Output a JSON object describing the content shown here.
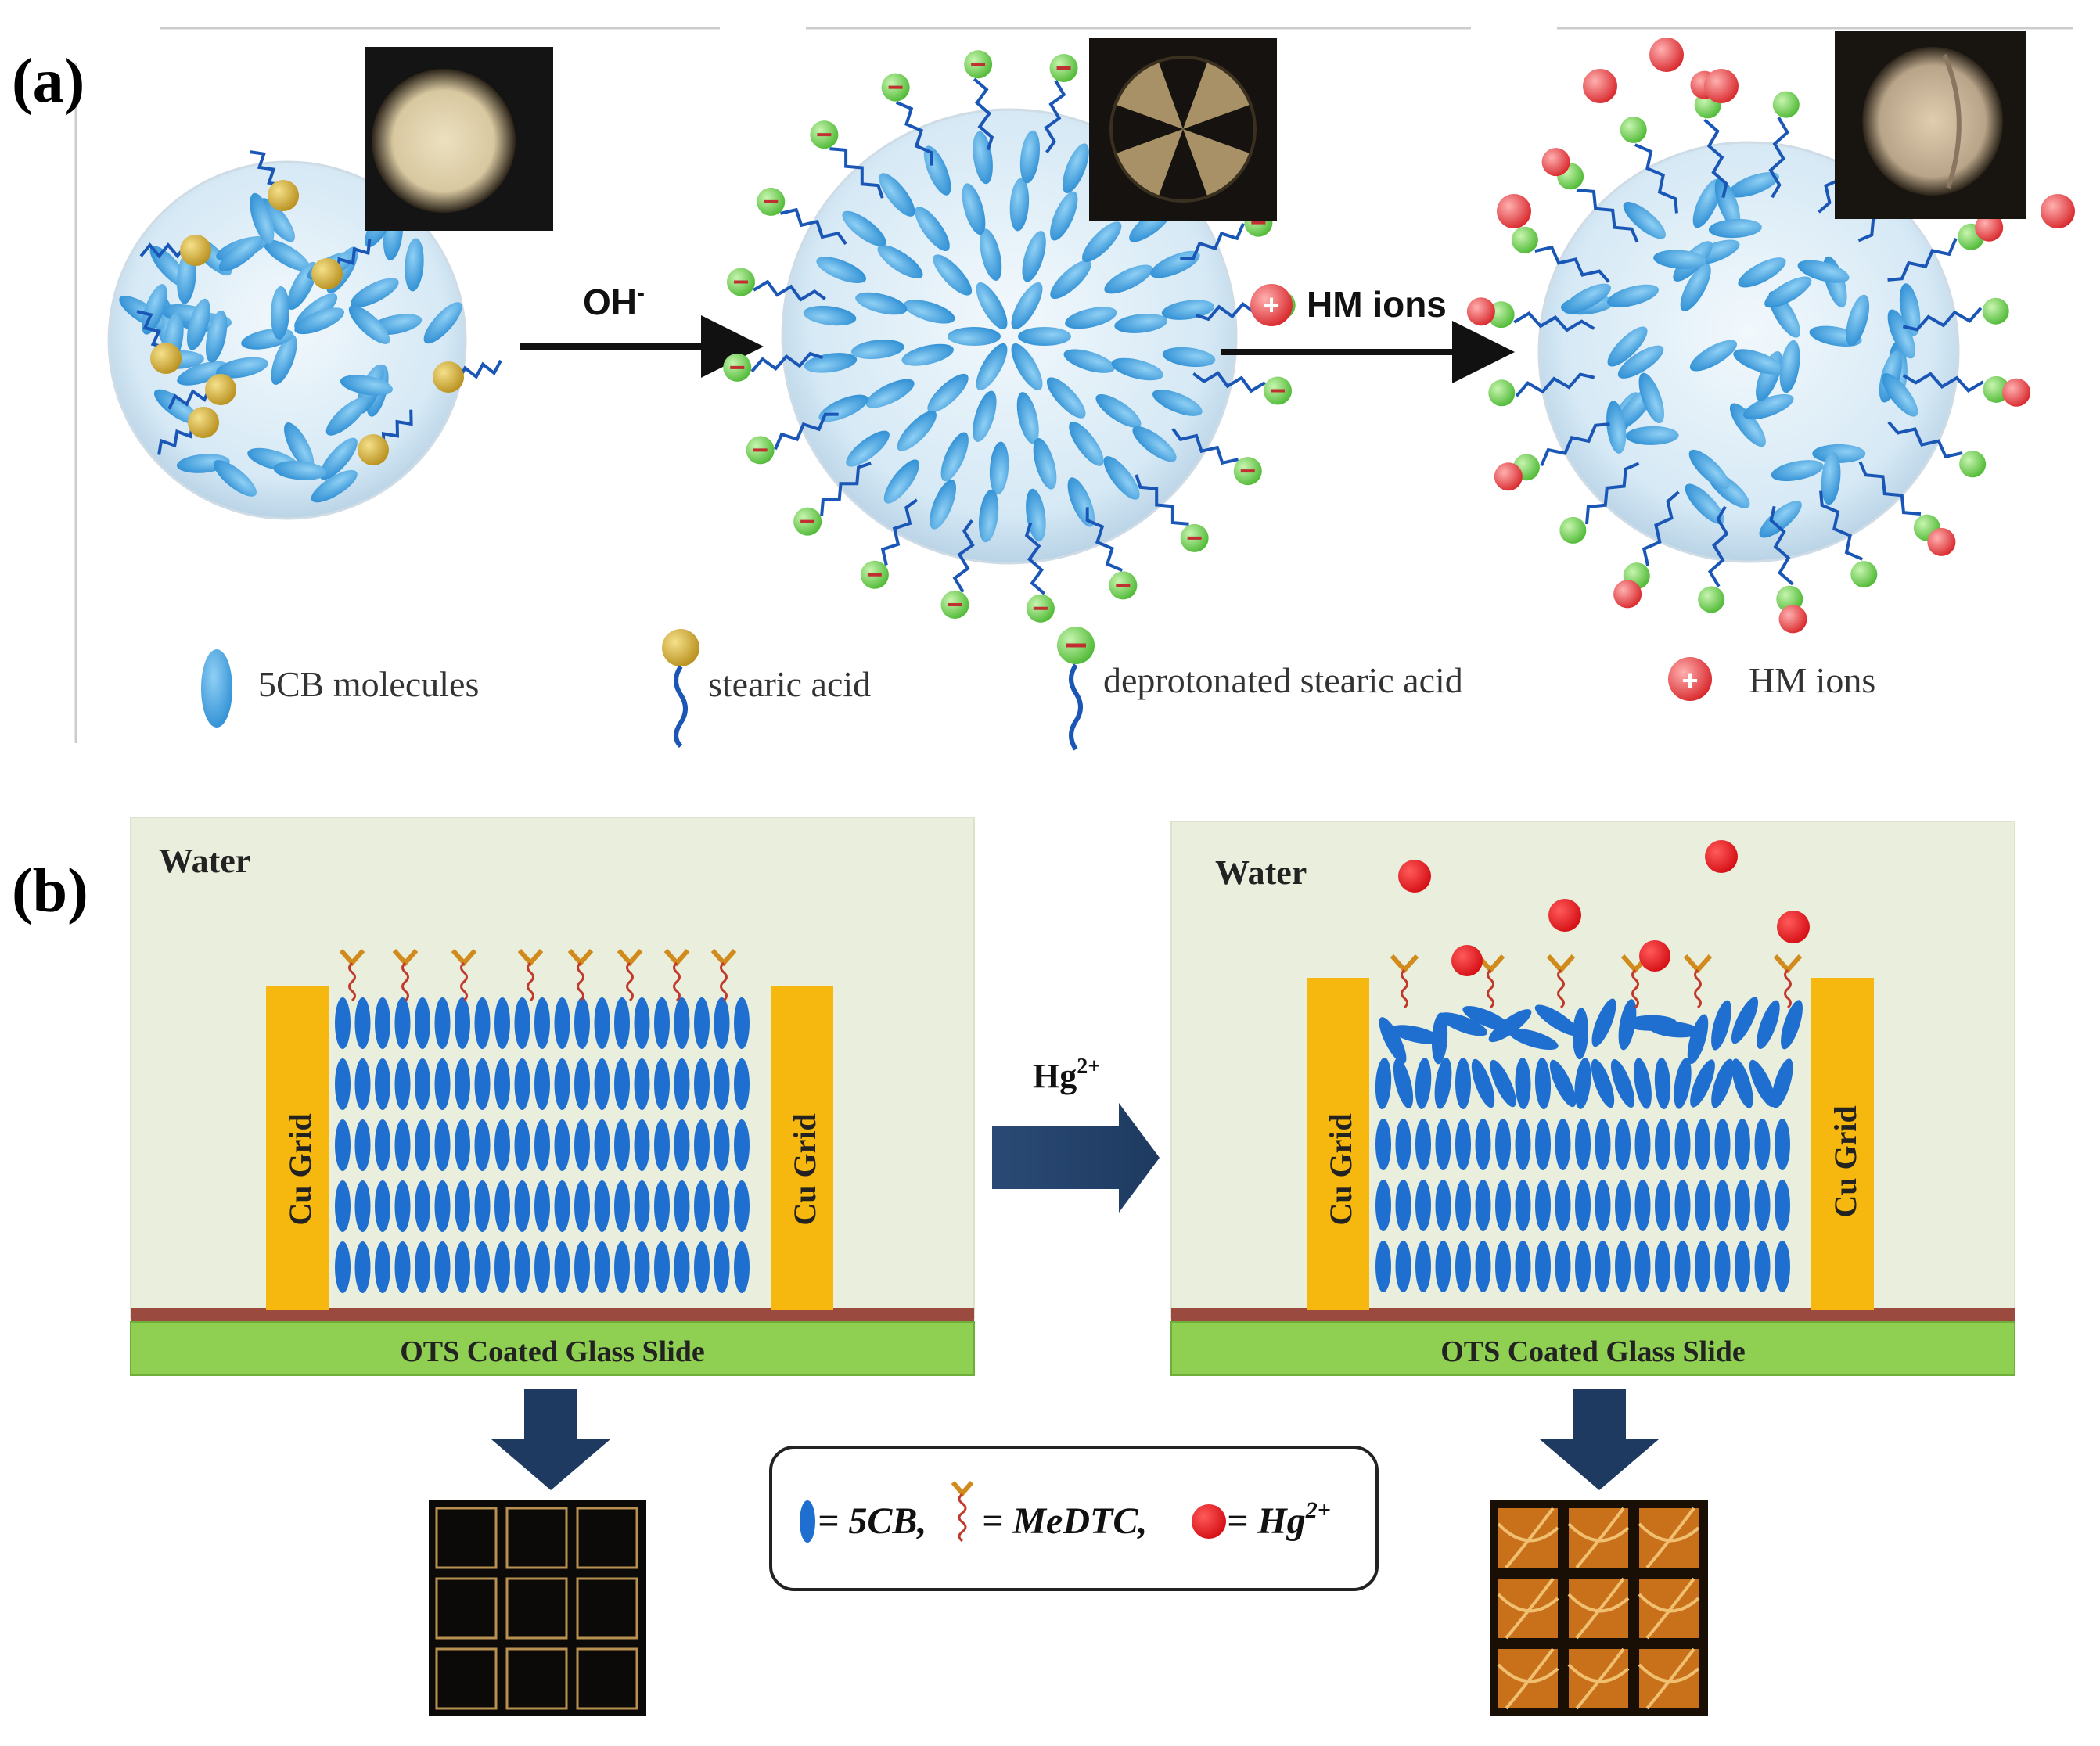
{
  "panel_a": {
    "label": "(a)",
    "arrow1_label": "OH",
    "arrow1_sup": "-",
    "arrow2_label": "HM ions",
    "legend": {
      "lc": "5CB molecules",
      "sa": "stearic acid",
      "dsa": "deprotonated stearic acid",
      "hm": "HM ions"
    }
  },
  "panel_b": {
    "label": "(b)",
    "water_left": "Water",
    "water_right": "Water",
    "grid_label": "Cu Grid",
    "slide_label": "OTS Coated Glass Slide",
    "arrow_label": "Hg",
    "arrow_sup": "2+",
    "key": {
      "lc": "= 5CB,",
      "medtc": "= MeDTC,",
      "hg": "= Hg",
      "hg_sup": "2+"
    }
  },
  "colors": {
    "lc_blue": "#2f8fd4",
    "dark_blue": "#1a56b6",
    "green_head": "#7ed35a",
    "gold_head": "#c9a227",
    "hm_red": "#e2252b",
    "cu_grid": "#f6b80e",
    "slide_green": "#8fd052",
    "water_bg": "#eaeedd"
  }
}
